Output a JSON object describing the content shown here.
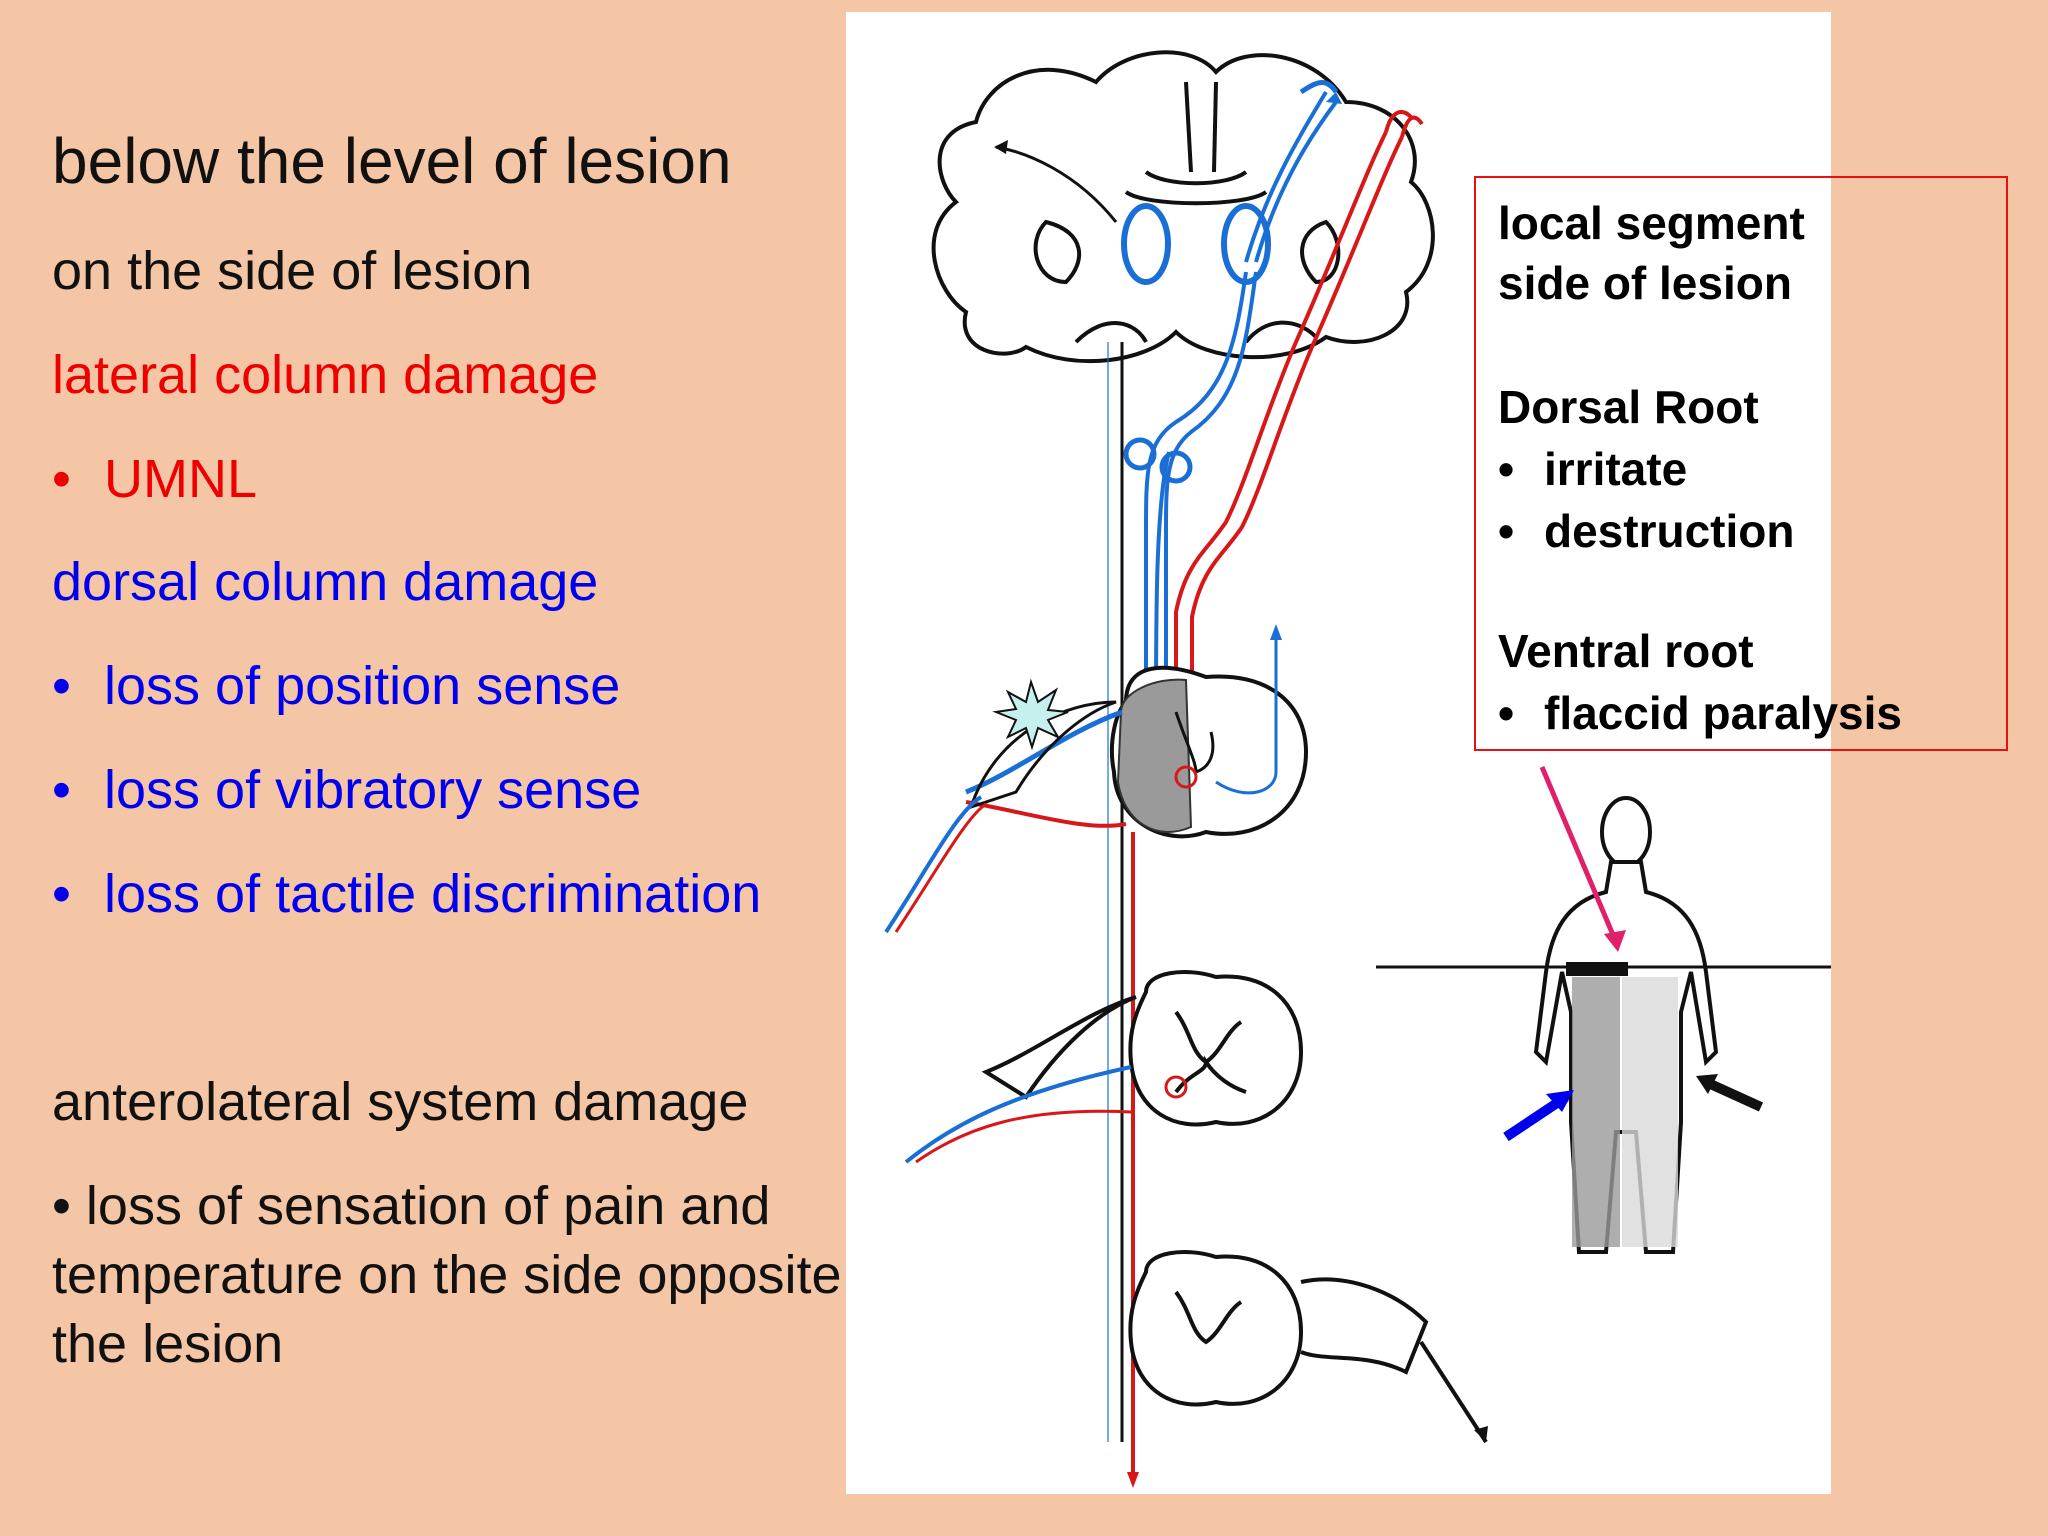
{
  "left": {
    "heading": "below the level of lesion",
    "side_label": "on the side of lesion",
    "lateral_title": "lateral column damage",
    "lateral_items": [
      "UMNL"
    ],
    "dorsal_title": "dorsal column damage",
    "dorsal_items": [
      "loss of position sense",
      "loss of vibratory sense",
      "loss of tactile discrimination"
    ],
    "anterolateral_title": "anterolateral system damage",
    "anterolateral_lines": [
      "• loss of sensation of pain and",
      "temperature on the side opposite",
      "the lesion"
    ]
  },
  "infobox": {
    "line1": "local segment",
    "line2": "side of lesion",
    "dorsal_title": "Dorsal Root",
    "dorsal_items": [
      "irritate",
      "destruction"
    ],
    "ventral_title": "Ventral root",
    "ventral_items": [
      "flaccid paralysis"
    ]
  },
  "colors": {
    "background": "#f4c6a5",
    "red_text": "#ee0000",
    "blue_text": "#0000ee",
    "tract_blue": "#1a6fd6",
    "tract_red": "#d81818",
    "box_border": "#e81010",
    "pink_arrow": "#e0206a"
  }
}
